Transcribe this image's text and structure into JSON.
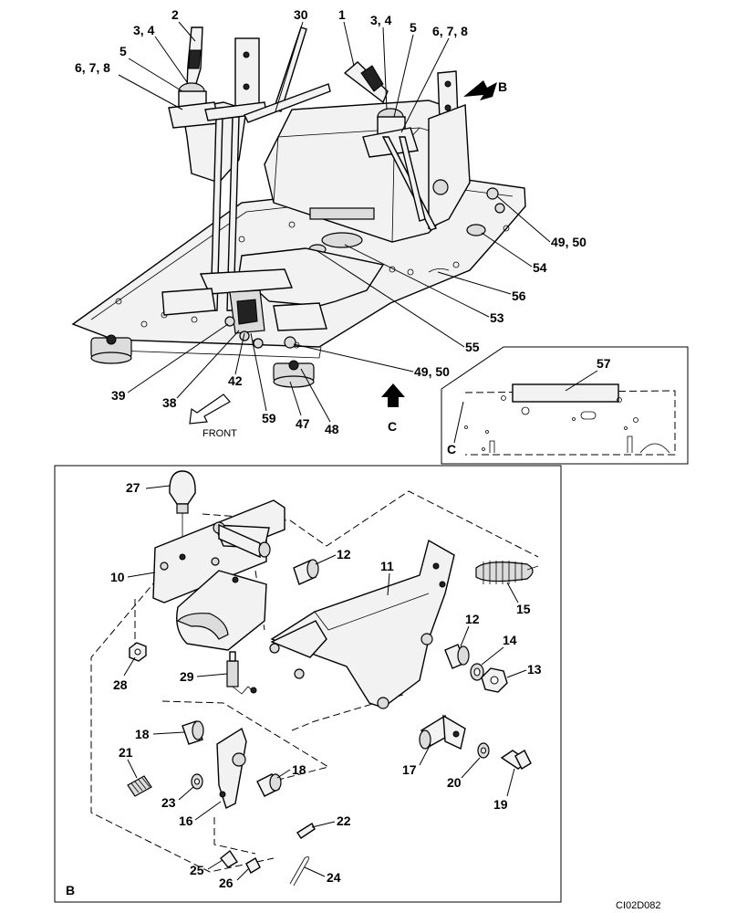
{
  "drawing_id": "CI02D082",
  "view_labels": {
    "b_arrow": "B",
    "c_arrow": "C",
    "c_inset": "C",
    "b_panel": "B"
  },
  "front_label": "FRONT",
  "callouts": {
    "c2": "2",
    "c34a": "3, 4",
    "c5a": "5",
    "c678a": "6, 7, 8",
    "c30": "30",
    "c1": "1",
    "c34b": "3, 4",
    "c5b": "5",
    "c678b": "6, 7, 8",
    "c4950a": "49, 50",
    "c54": "54",
    "c56": "56",
    "c53": "53",
    "c55": "55",
    "c4950b": "49, 50",
    "c39": "39",
    "c38": "38",
    "c42": "42",
    "c59": "59",
    "c47": "47",
    "c48": "48",
    "c57": "57",
    "c27": "27",
    "c10": "10",
    "c12a": "12",
    "c11": "11",
    "c15": "15",
    "c12b": "12",
    "c14": "14",
    "c13": "13",
    "c28": "28",
    "c29": "29",
    "c18a": "18",
    "c21": "21",
    "c18b": "18",
    "c23": "23",
    "c16": "16",
    "c17": "17",
    "c20": "20",
    "c19": "19",
    "c22": "22",
    "c25": "25",
    "c26": "26",
    "c24": "24"
  }
}
